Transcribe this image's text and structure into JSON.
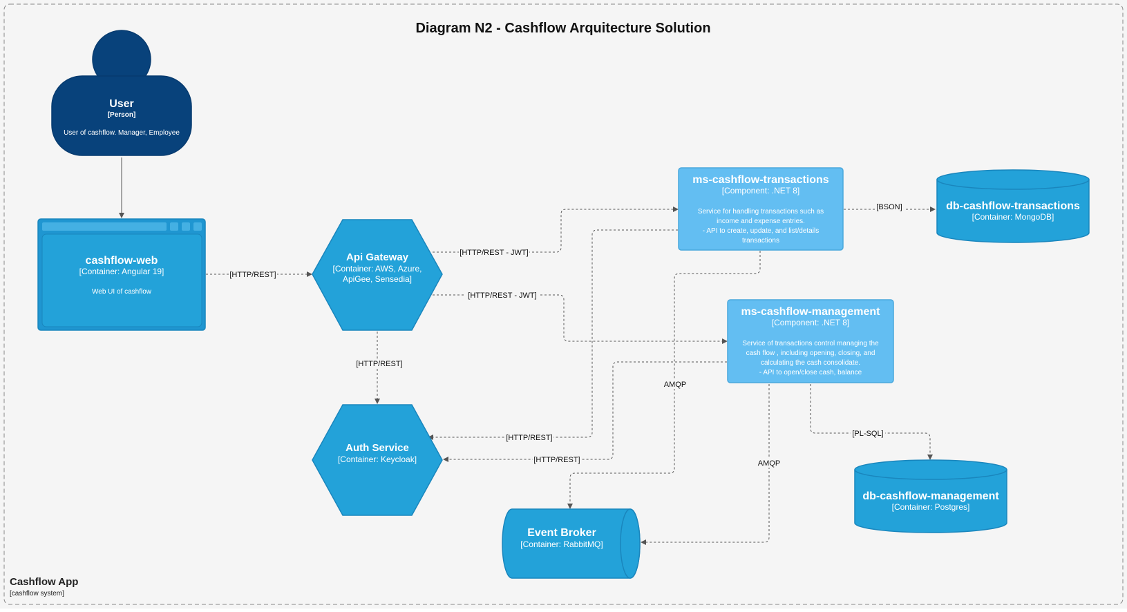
{
  "diagram": {
    "title": "Diagram N2 - Cashflow Arquitecture Solution",
    "boundary": {
      "name": "Cashflow App",
      "type": "[cashflow system]"
    },
    "colors": {
      "background": "#f5f5f5",
      "person": "#08427b",
      "container": "#23a2d9",
      "component": "#63bef2",
      "edge": "#555555"
    },
    "nodes": {
      "user": {
        "name": "User",
        "type": "[Person]",
        "description": "User of cashflow. Manager, Employee",
        "icon": "person-shape"
      },
      "web": {
        "name": "cashflow-web",
        "type": "[Container: Angular 19]",
        "description": "Web UI of cashflow",
        "icon": "browser-window"
      },
      "gateway": {
        "name": "Api Gateway",
        "type_lines": [
          "[Container: AWS, Azure,",
          "ApiGee, Sensedia]"
        ],
        "icon": "hexagon"
      },
      "auth": {
        "name": "Auth Service",
        "type": "[Container: Keycloak]",
        "icon": "hexagon"
      },
      "transactions": {
        "name": "ms-cashflow-transactions",
        "type": "[Component: .NET 8]",
        "description_lines": [
          "Service for handling transactions such as",
          "income and expense entries.",
          "- API to create, update, and list/details",
          "transactions"
        ]
      },
      "management": {
        "name": "ms-cashflow-management",
        "type": "[Component: .NET 8]",
        "description_lines": [
          "Service of transactions control managing the",
          "cash flow , including opening, closing, and",
          "calculating the cash consolidate.",
          "- API to open/close cash, balance"
        ]
      },
      "db_transactions": {
        "name": "db-cashflow-transactions",
        "type": "[Container: MongoDB]",
        "icon": "database-cylinder"
      },
      "db_management": {
        "name": "db-cashflow-management",
        "type": "[Container: Postgres]",
        "icon": "database-cylinder"
      },
      "broker": {
        "name": "Event Broker",
        "type": "[Container: RabbitMQ]",
        "icon": "queue-cylinder"
      }
    },
    "edges": {
      "web_gateway": "[HTTP/REST]",
      "gateway_transactions": "[HTTP/REST - JWT]",
      "gateway_management": "[HTTP/REST  - JWT]",
      "gateway_auth": "[HTTP/REST]",
      "transactions_auth": "[HTTP/REST]",
      "management_auth": "[HTTP/REST]",
      "transactions_db": "[BSON]",
      "management_db": "[PL-SQL]",
      "transactions_broker": "AMQP",
      "management_broker": "AMQP"
    }
  }
}
